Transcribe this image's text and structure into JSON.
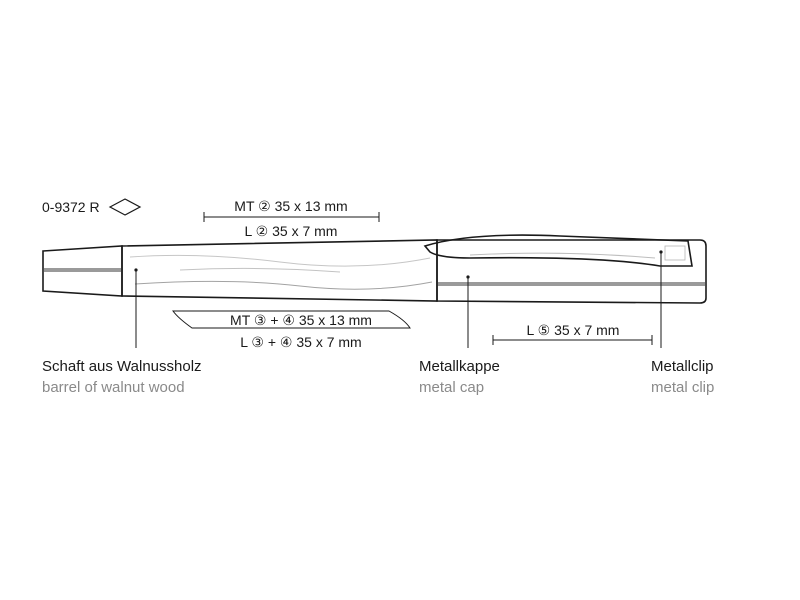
{
  "product_code": "0-9372 R",
  "imprints": {
    "clip_mt": "MT ② 35 x 13 mm",
    "clip_l": "L ② 35 x 7 mm",
    "barrel_mt": "MT ③ + ④ 35 x 13 mm",
    "barrel_l": "L ③ + ④ 35 x 7 mm",
    "cap_l": "L ⑤ 35 x 7 mm"
  },
  "parts": {
    "barrel": {
      "de": "Schaft aus Walnussholz",
      "en": "barrel of walnut wood"
    },
    "cap": {
      "de": "Metallkappe",
      "en": "metal cap"
    },
    "clip": {
      "de": "Metallclip",
      "en": "metal clip"
    }
  },
  "colors": {
    "wood": "#b7b7b7",
    "metal": "#f4f4f4",
    "stripe": "#9a9a9a",
    "outline": "#1a1a1a",
    "secondary_text": "#8a8a8a"
  }
}
